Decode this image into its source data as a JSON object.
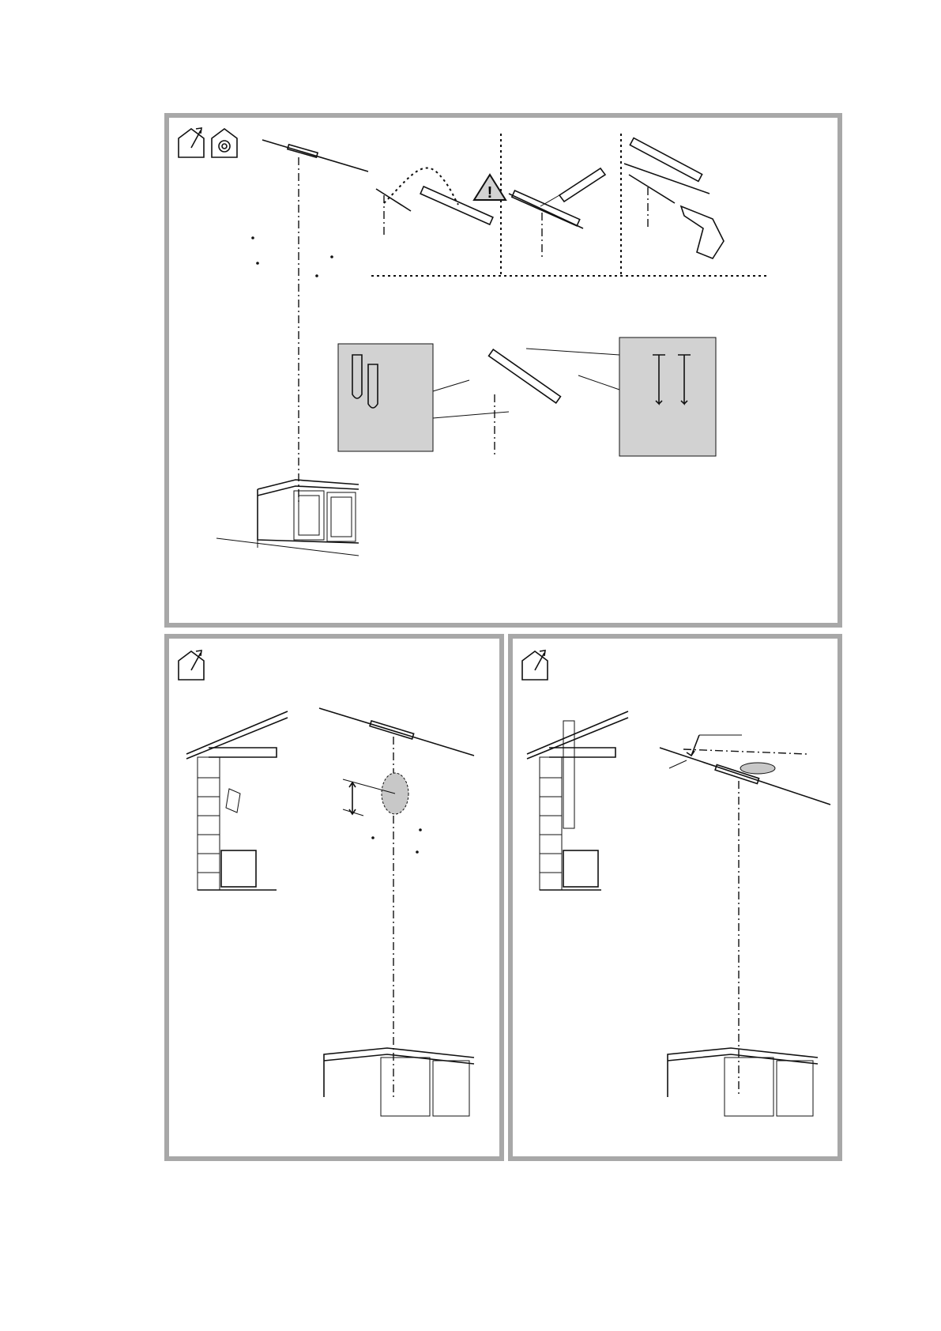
{
  "page": {
    "kind": "hood installation diagram page",
    "panels": [
      {
        "id": "panel-bracket-mounting",
        "icons": [
          "ducted-outlet-icon",
          "recirculation-icon"
        ]
      },
      {
        "id": "panel-ducted-wall-exit",
        "icons": [
          "ducted-outlet-icon"
        ]
      },
      {
        "id": "panel-ducted-roof-exit",
        "icons": [
          "ducted-outlet-icon"
        ]
      }
    ],
    "warning_symbol": "!",
    "colors": {
      "frame": "#a8a8a8",
      "inset_fill": "#d2d2d2",
      "line": "#111111"
    }
  }
}
